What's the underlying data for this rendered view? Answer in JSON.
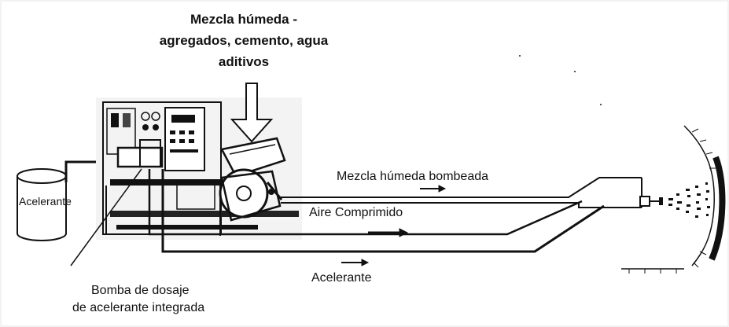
{
  "title_lines": [
    "Mezcla húmeda -",
    "agregados, cemento, agua",
    "aditivos"
  ],
  "labels": {
    "tank": "Acelerante",
    "pumped_mix": "Mezcla húmeda bombeada",
    "compressed_air": "Aire Comprimido",
    "accelerant_line": "Acelerante",
    "pump_line1": "Bomba de dosaje",
    "pump_line2": "de acelerante integrada"
  },
  "colors": {
    "line": "#111111",
    "background": "#ffffff",
    "machine": "#f2f2f2"
  }
}
